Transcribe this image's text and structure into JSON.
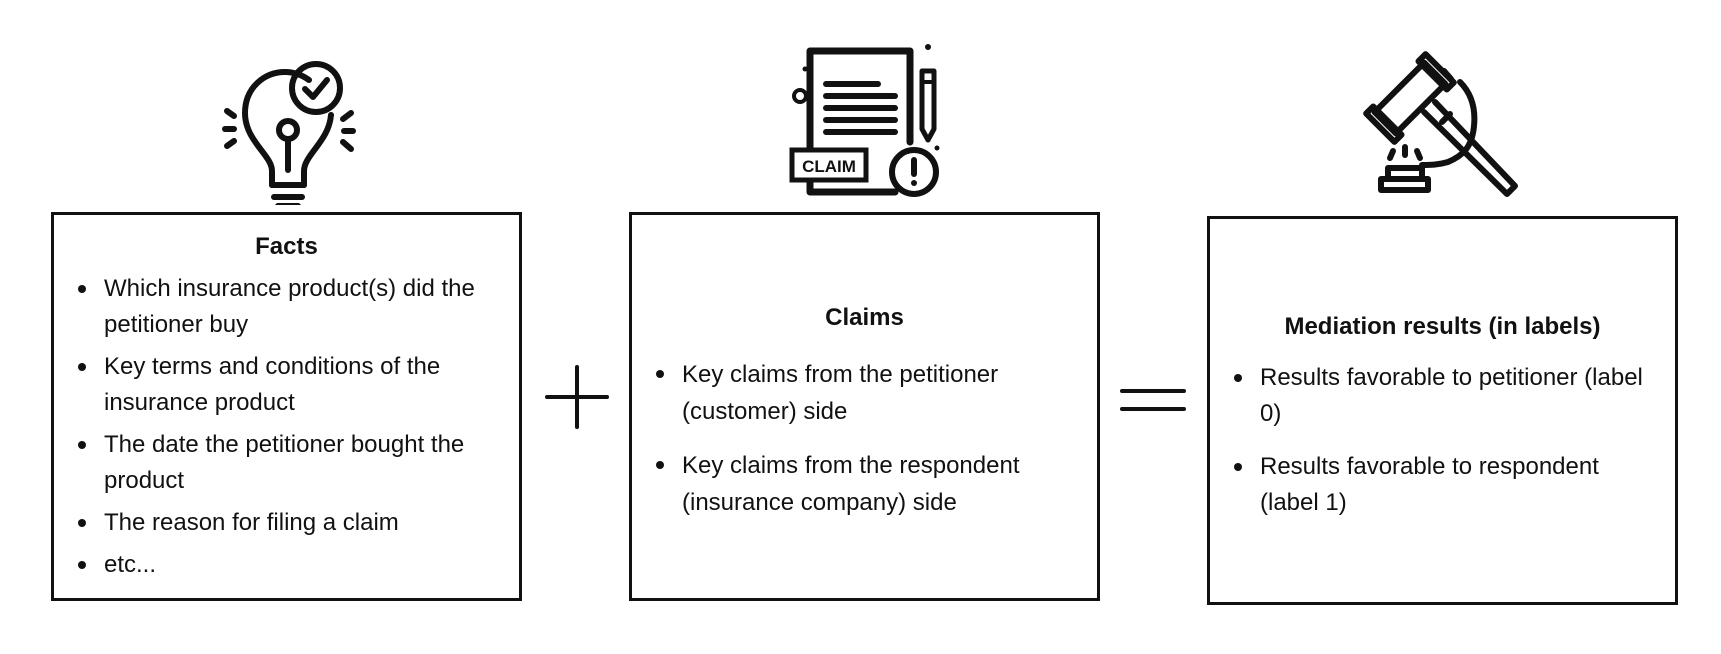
{
  "facts": {
    "title": "Facts",
    "items": [
      "Which insurance product(s) did the petitioner buy",
      "Key terms and conditions of the insurance product",
      "The date the petitioner bought the product",
      "The reason for filing a claim",
      "etc..."
    ]
  },
  "claims": {
    "title": "Claims",
    "items": [
      "Key claims from the petitioner (customer) side",
      "Key claims from the respondent (insurance company) side"
    ]
  },
  "results": {
    "title": "Mediation results (in labels)",
    "items": [
      "Results favorable to petitioner (label 0)",
      "Results favorable to respondent (label 1)"
    ]
  },
  "claim_tag": "CLAIM",
  "icons": {
    "facts": "lightbulb-check-icon",
    "claims": "claim-document-icon",
    "results": "gavel-icon",
    "operator_1": "plus-icon",
    "operator_2": "equals-icon"
  },
  "colors": {
    "stroke": "#111111",
    "background": "#ffffff"
  }
}
